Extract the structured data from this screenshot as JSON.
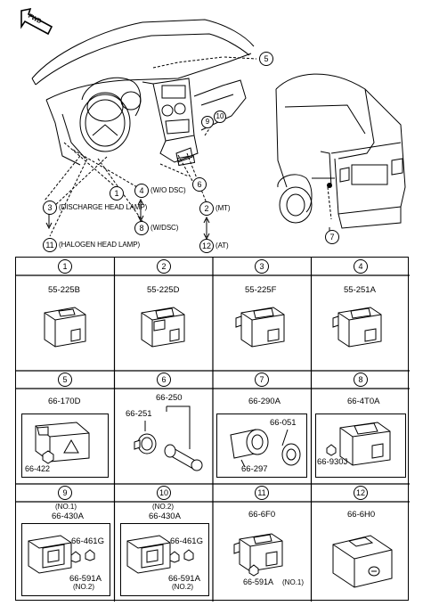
{
  "fwd_label": "FWD",
  "overview": {
    "callouts": {
      "c1": "1",
      "c2": "2",
      "c3": "3",
      "c4": "4",
      "c5": "5",
      "c6": "6",
      "c7": "7",
      "c8": "8",
      "c9": "9",
      "c10": "10",
      "c11": "11",
      "c12": "12"
    },
    "notes": {
      "discharge": "(DISCHARGE HEAD LAMP)",
      "halogen": "(HALOGEN HEAD LAMP)",
      "wo_dsc": "(W/O DSC)",
      "w_dsc": "(W/DSC)",
      "mt": "(MT)",
      "at": "(AT)"
    }
  },
  "grid": {
    "cells": [
      {
        "index": "1",
        "part": "55-225B"
      },
      {
        "index": "2",
        "part": "55-225D"
      },
      {
        "index": "3",
        "part": "55-225F"
      },
      {
        "index": "4",
        "part": "55-251A"
      },
      {
        "index": "5",
        "part": "66-170D",
        "sub": [
          "66-422"
        ]
      },
      {
        "index": "6",
        "part": "66-250",
        "sub": [
          "66-251"
        ]
      },
      {
        "index": "7",
        "part": "66-290A",
        "sub": [
          "66-051",
          "66-297"
        ]
      },
      {
        "index": "8",
        "part": "66-4T0A",
        "sub": [
          "66-930J"
        ]
      },
      {
        "index": "9",
        "note": "(NO.1)",
        "part": "66-430A",
        "sub": [
          "66-461G",
          "66-591A",
          "(NO.2)"
        ]
      },
      {
        "index": "10",
        "note": "(NO.2)",
        "part": "66-430A",
        "sub": [
          "66-461G",
          "66-591A",
          "(NO.2)"
        ]
      },
      {
        "index": "11",
        "part": "66-6F0",
        "sub": [
          "66-591A",
          "(NO.1)"
        ]
      },
      {
        "index": "12",
        "part": "66-6H0"
      }
    ]
  }
}
